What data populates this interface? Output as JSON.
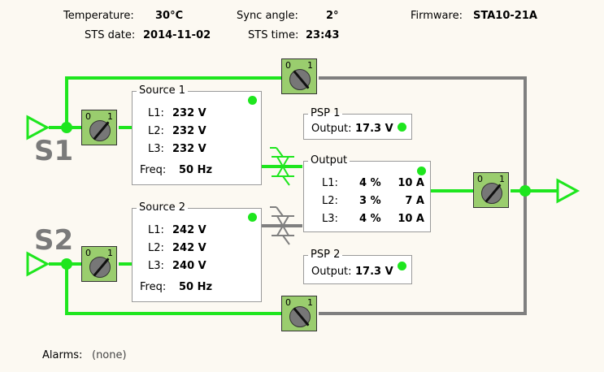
{
  "colors": {
    "live": "#1ee61e",
    "dead": "#7f7f7f",
    "switch_fill": "#9acd6e",
    "background": "#fcf9f2"
  },
  "header": {
    "temperature_label": "Temperature:",
    "temperature_value": "30°C",
    "sync_angle_label": "Sync angle:",
    "sync_angle_value": "2°",
    "firmware_label": "Firmware:",
    "firmware_value": "STA10-21A",
    "sts_date_label": "STS date:",
    "sts_date_value": "2014-11-02",
    "sts_time_label": "STS time:",
    "sts_time_value": "23:43"
  },
  "sources": {
    "s1_label": "S1",
    "s2_label": "S2"
  },
  "source1": {
    "title": "Source 1",
    "status_led": "green",
    "rows": [
      {
        "label": "L1:",
        "value": "232 V"
      },
      {
        "label": "L2:",
        "value": "232 V"
      },
      {
        "label": "L3:",
        "value": "232 V"
      }
    ],
    "freq_label": "Freq:",
    "freq_value": "50 Hz"
  },
  "source2": {
    "title": "Source 2",
    "status_led": "green",
    "rows": [
      {
        "label": "L1:",
        "value": "242 V"
      },
      {
        "label": "L2:",
        "value": "242 V"
      },
      {
        "label": "L3:",
        "value": "240 V"
      }
    ],
    "freq_label": "Freq:",
    "freq_value": "50 Hz"
  },
  "psp1": {
    "title": "PSP 1",
    "output_label": "Output:",
    "output_value": "17.3 V",
    "led": "green"
  },
  "psp2": {
    "title": "PSP 2",
    "output_label": "Output:",
    "output_value": "17.3 V",
    "led": "green"
  },
  "output": {
    "title": "Output",
    "status_led": "green",
    "rows": [
      {
        "label": "L1:",
        "percent": "4 %",
        "current": "10 A"
      },
      {
        "label": "L2:",
        "percent": "3 %",
        "current": "7 A"
      },
      {
        "label": "L3:",
        "percent": "4 %",
        "current": "10 A"
      }
    ]
  },
  "switches": {
    "switch_labels": {
      "off": "0",
      "on": "1"
    },
    "source1_switch": "1",
    "source2_switch": "1",
    "bypass1_switch": "0",
    "bypass2_switch": "0",
    "output_switch": "1"
  },
  "alarms": {
    "label": "Alarms:",
    "value": "(none)"
  }
}
